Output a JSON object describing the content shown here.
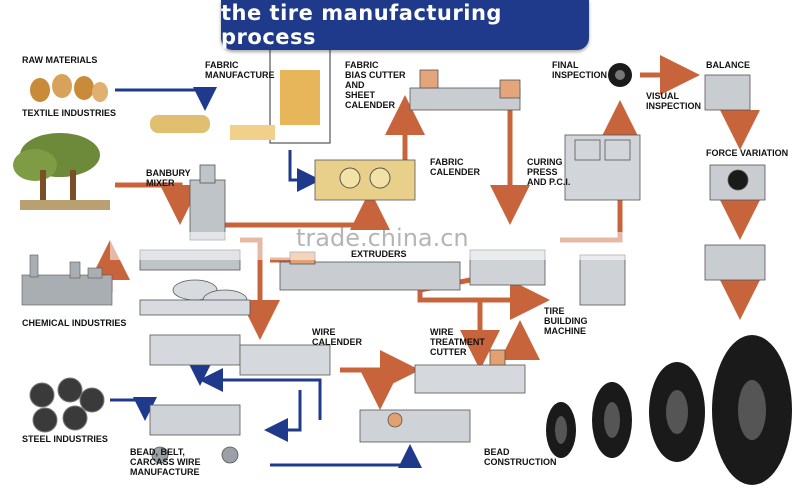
{
  "title": "the tire manufacturing process",
  "watermark": "trade.china.cn",
  "labels": {
    "raw_materials": "RAW MATERIALS",
    "textile_industries": "TEXTILE INDUSTRIES",
    "fabric_manufacture": "FABRIC\nMANUFACTURE",
    "fabric_bias_cutter": "FABRIC\nBIAS CUTTER\nAND\nSHEET\nCALENDER",
    "final_inspection": "FINAL\nINSPECTION",
    "visual_inspection": "VISUAL\nINSPECTION",
    "balance": "BALANCE",
    "banbury_mixer": "BANBURY\nMIXER",
    "fabric_calender": "FABRIC\nCALENDER",
    "curing_press": "CURING\nPRESS\nAND P.C.I.",
    "force_variation": "FORCE VARIATION",
    "extruders": "EXTRUDERS",
    "chemical_industries": "CHEMICAL INDUSTRIES",
    "wire_calender": "WIRE\nCALENDER",
    "wire_treatment_cutter": "WIRE\nTREATMENT\nCUTTER",
    "tire_building_machine": "TIRE\nBUILDING\nMACHINE",
    "steel_industries": "STEEL INDUSTRIES",
    "bead_belt_carcass": "BEAD, BELT,\nCARCASS WIRE\nMANUFACTURE",
    "bead_construction": "BEAD\nCONSTRUCTION"
  },
  "colors": {
    "title_bg": "#1f3a8a",
    "flow_arrow_orange": "#c8643c",
    "flow_arrow_blue": "#1f3a8a",
    "machine_grey": "#bfc4c9",
    "tire_black": "#1a1a1a"
  }
}
